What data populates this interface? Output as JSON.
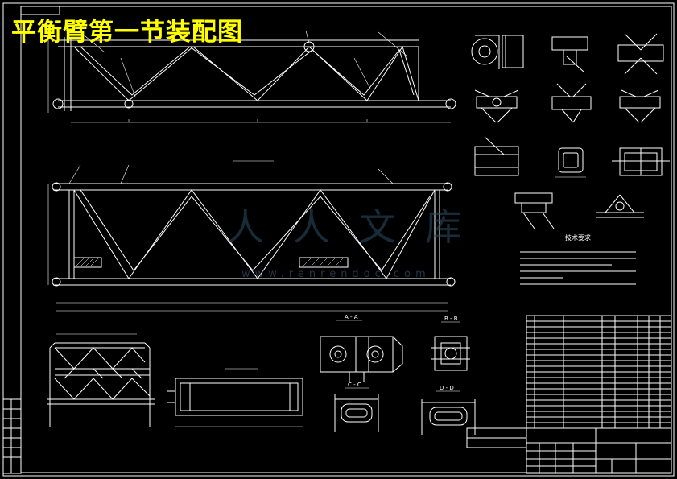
{
  "drawing": {
    "title": "平衡臂第一节装配图",
    "tech_req_title": "技术要求",
    "section_aa": "A - A",
    "section_bb": "B - B",
    "section_cc": "C - C",
    "section_dd": "D - D",
    "watermark": "人人文库",
    "watermark_url": "www.renrendoc.com"
  },
  "colors": {
    "background": "#000000",
    "line": "#ffffff",
    "title": "#ffff00",
    "watermark": "#2b4f66"
  }
}
